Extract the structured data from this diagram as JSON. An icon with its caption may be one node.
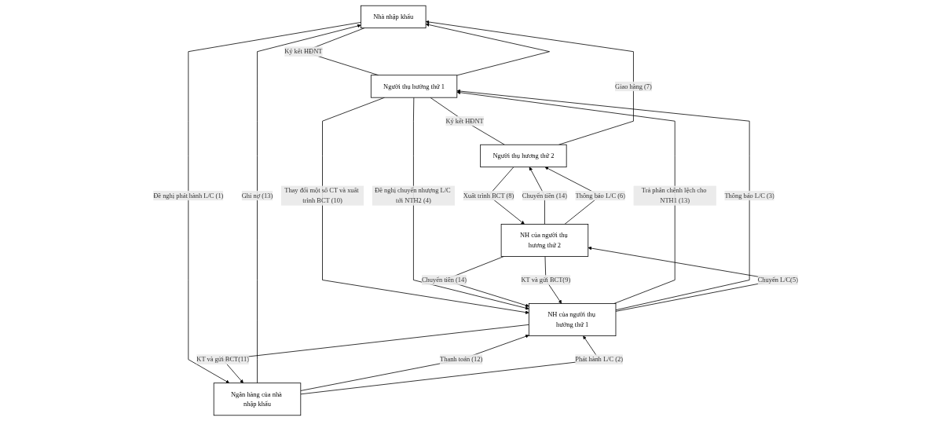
{
  "diagram": {
    "nodes": [
      {
        "text": [
          "Nhà nhập khẩu"
        ]
      },
      {
        "text": [
          "Người thụ hưởng thứ 1"
        ]
      },
      {
        "text": [
          "Người thụ hương thứ 2"
        ]
      },
      {
        "text": [
          "Ngân hàng của nhà nhập khẩu"
        ]
      },
      {
        "text": [
          "NH của người thụ hưởng thứ 1"
        ]
      },
      {
        "text": [
          "NH của người thụ hương thứ 2"
        ]
      }
    ],
    "edges": [
      {
        "from": 2,
        "to": 0,
        "arrow": "to",
        "label": "Giao hàng (7)"
      },
      {
        "from": 0,
        "to": 1,
        "arrow": "none",
        "label": "Ký kết HĐNT"
      },
      {
        "from": 1,
        "to": 0,
        "arrow": "to"
      },
      {
        "from": 1,
        "to": 2,
        "arrow": "none",
        "label": "Ký kết HĐNT"
      },
      {
        "from": 0,
        "to": 3,
        "arrow": "to",
        "label": "Đề nghị phát hành L/C (1)"
      },
      {
        "from": 3,
        "to": 0,
        "arrow": "to",
        "label": "Ghi nợ (13)"
      },
      {
        "from": 1,
        "to": 4,
        "arrow": "to",
        "label": "Thay đổi một số CT và xuất trình BCT (10)"
      },
      {
        "from": 4,
        "to": 1,
        "arrow": "to",
        "label": "Trả phân chênh lệch cho NTH1 (13)"
      },
      {
        "from": 1,
        "to": 4,
        "arrow": "to",
        "label": "Đề nghị chuyển nhượng L/C tới NTH2 (4)"
      },
      {
        "from": 4,
        "to": 1,
        "arrow": "to",
        "label": "Thông báo L/C (3)"
      },
      {
        "from": 5,
        "to": 2,
        "arrow": "to",
        "label": "Chuyển tiền (14)"
      },
      {
        "from": 2,
        "to": 5,
        "arrow": "to",
        "label": "Xuất trình BCT (8)"
      },
      {
        "from": 5,
        "to": 2,
        "arrow": "to",
        "label": "Thông báo L/C (6)"
      },
      {
        "from": 3,
        "to": 4,
        "arrow": "to",
        "label": "Thanh toán (12)"
      },
      {
        "from": 4,
        "to": 3,
        "arrow": "to",
        "label": "KT và gửi BCT(11)"
      },
      {
        "from": 3,
        "to": 4,
        "arrow": "to",
        "label": "Phát hành L/C (2)"
      },
      {
        "from": 5,
        "to": 4,
        "arrow": "to",
        "label": "Chuyển tiền (14)"
      },
      {
        "from": 5,
        "to": 4,
        "arrow": "to",
        "label": "KT và gửi BCT(9)"
      },
      {
        "from": 4,
        "to": 5,
        "arrow": "to",
        "label": "Chuyển L/C(5)"
      }
    ]
  }
}
